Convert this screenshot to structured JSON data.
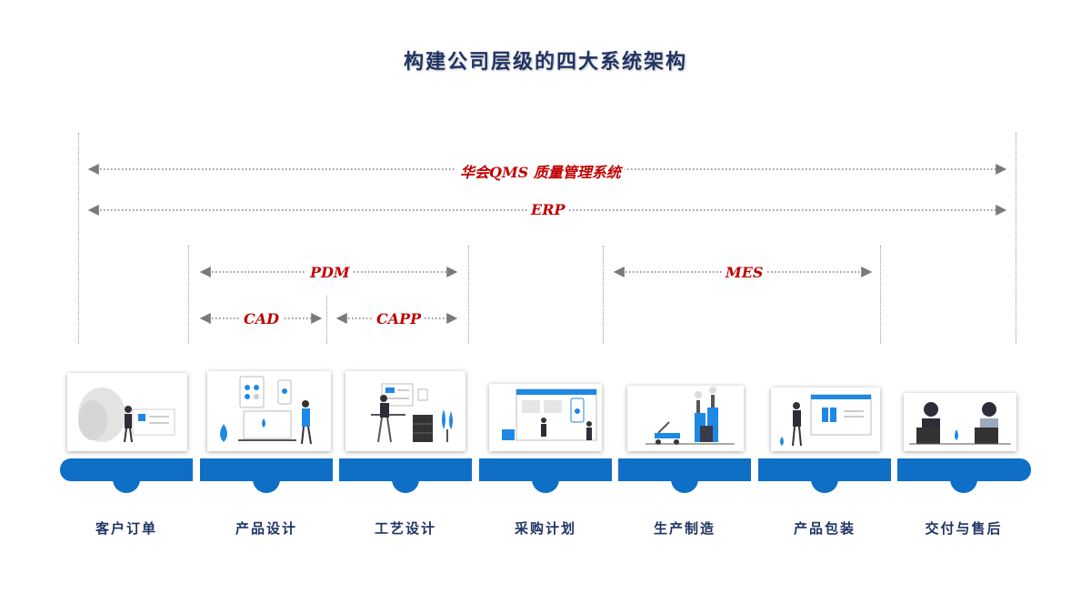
{
  "title": "构建公司层级的四大系统架构",
  "spans": {
    "qms": "华会QMS 质量管理系统",
    "erp": "ERP",
    "pdm": "PDM",
    "cad": "CAD",
    "capp": "CAPP",
    "mes": "MES"
  },
  "steps": [
    "客户订单",
    "产品设计",
    "工艺设计",
    "采购计划",
    "生产制造",
    "产品包装",
    "交付与售后"
  ],
  "colors": {
    "accent": "#0f6fc6",
    "title": "#1f3464",
    "label_red": "#c00000"
  }
}
